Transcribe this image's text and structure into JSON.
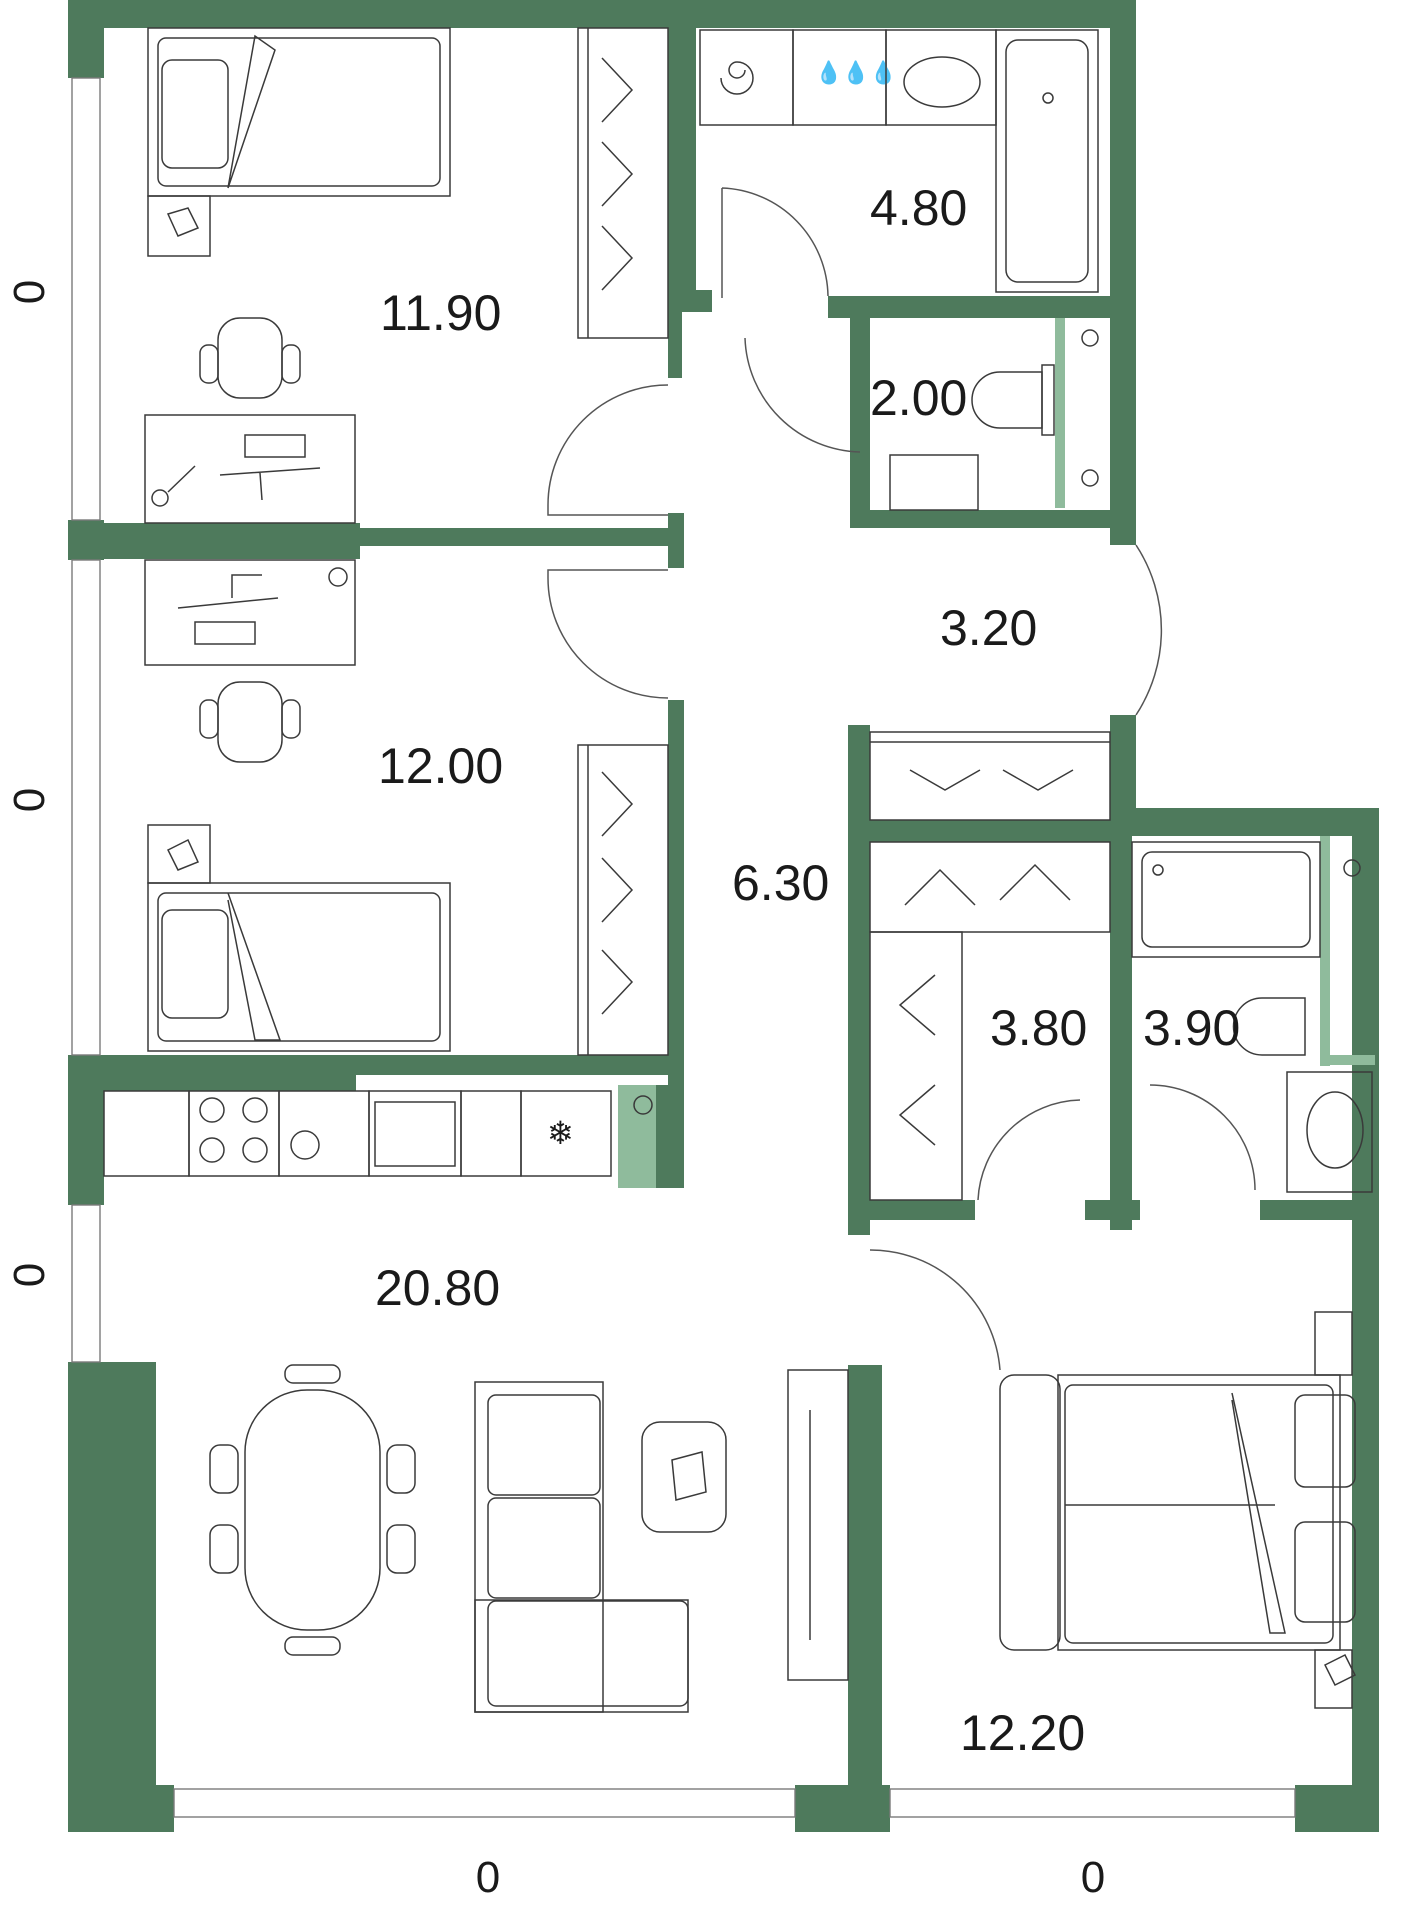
{
  "colors": {
    "wall": "#4e7a5c",
    "wall_accent": "#8fbb9c",
    "line": "#3a3a3a",
    "background": "#ffffff"
  },
  "rooms": {
    "bedroom_top": "11.90",
    "bathroom_top": "4.80",
    "toilet": "2.00",
    "hall": "3.20",
    "bedroom_middle": "12.00",
    "corridor": "6.30",
    "wardrobe": "3.80",
    "bathroom_right": "3.90",
    "kitchen_living": "20.80",
    "bedroom_bottom": "12.20"
  },
  "dimensions": {
    "left_top": "0",
    "left_middle": "0",
    "left_bottom": "0",
    "bottom_left": "0",
    "bottom_right": "0"
  },
  "icons": [
    "bed-icon",
    "wardrobe-icon",
    "desk-icon",
    "chair-icon",
    "washer-icon",
    "sink-icon",
    "bathtub-icon",
    "toilet-icon",
    "stove-icon",
    "fridge-icon",
    "dining-table-icon",
    "sofa-icon",
    "door-icon"
  ]
}
